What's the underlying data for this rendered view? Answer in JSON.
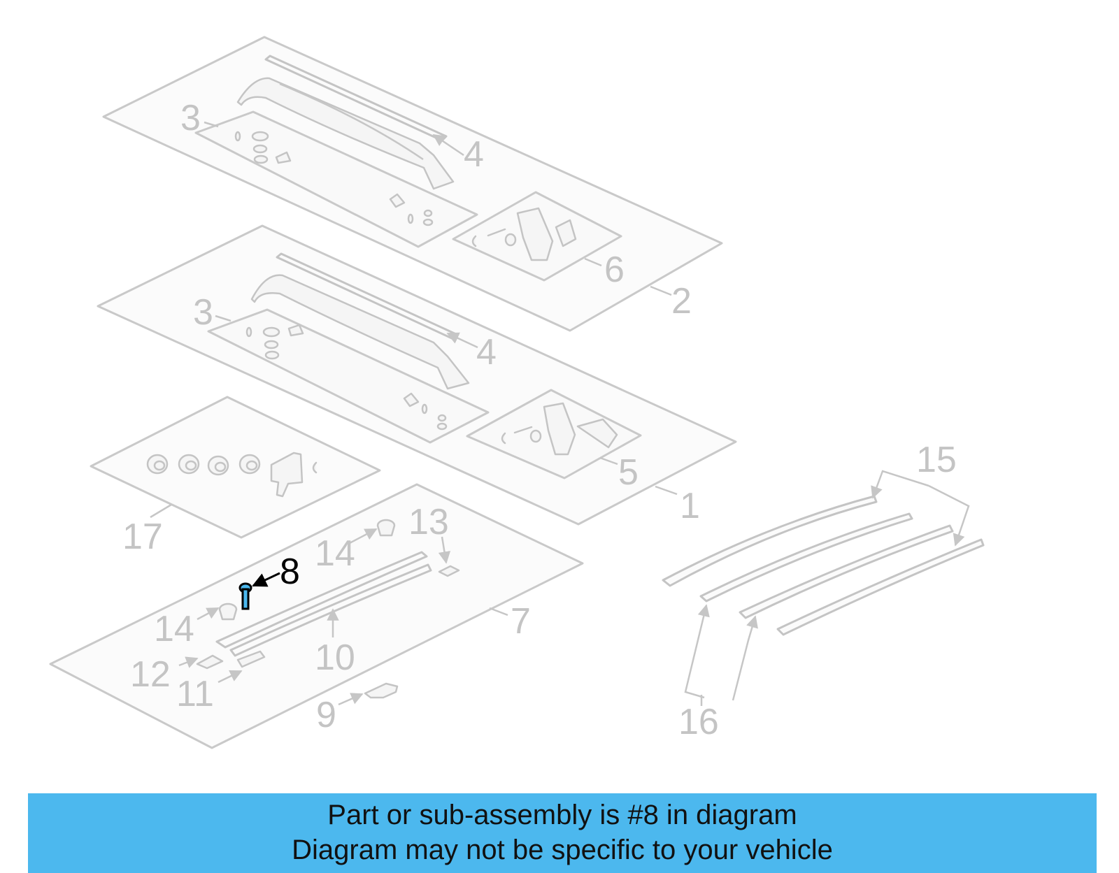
{
  "highlighted_part": "8",
  "callouts": {
    "c1": "1",
    "c2": "2",
    "c3a": "3",
    "c3b": "3",
    "c4a": "4",
    "c4b": "4",
    "c5": "5",
    "c6": "6",
    "c7": "7",
    "c8": "8",
    "c9": "9",
    "c10": "10",
    "c11": "11",
    "c12": "12",
    "c13": "13",
    "c14a": "14",
    "c14b": "14",
    "c15": "15",
    "c16": "16",
    "c17": "17"
  },
  "banner": {
    "line1": "Part or sub-assembly is #8 in diagram",
    "line2": "Diagram may not be specific to your vehicle",
    "color": "#4cb8ee"
  },
  "colors": {
    "parts_line": "#c4c4c4",
    "highlight": "#000000",
    "highlight_part": "#4cb8ee"
  }
}
